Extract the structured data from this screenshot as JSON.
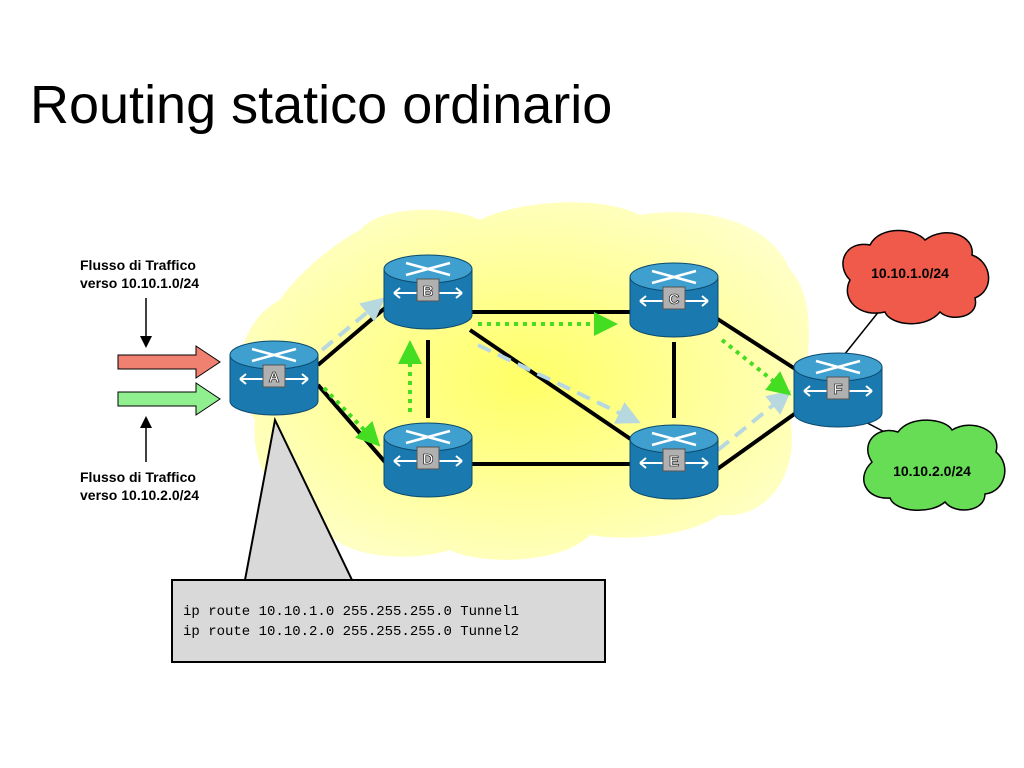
{
  "title": "Routing statico ordinario",
  "flows": [
    {
      "line1": "Flusso di Traffico",
      "line2": "verso 10.10.1.0/24",
      "color": "#f08070"
    },
    {
      "line1": "Flusso di Traffico",
      "line2": "verso 10.10.2.0/24",
      "color": "#90f090"
    }
  ],
  "routers": [
    {
      "id": "router-a",
      "label": "A"
    },
    {
      "id": "router-b",
      "label": "B"
    },
    {
      "id": "router-c",
      "label": "C"
    },
    {
      "id": "router-d",
      "label": "D"
    },
    {
      "id": "router-e",
      "label": "E"
    },
    {
      "id": "router-f",
      "label": "F"
    }
  ],
  "networks": [
    {
      "label": "10.10.1.0/24",
      "color": "#f05a4a"
    },
    {
      "label": "10.10.2.0/24",
      "color": "#66dd55"
    }
  ],
  "config": {
    "line1": "ip route 10.10.1.0 255.255.255.0 Tunnel1",
    "line2": "ip route 10.10.2.0 255.255.255.0 Tunnel2"
  },
  "colors": {
    "router_body": "#1a7ab0",
    "router_top": "#3fa0d0",
    "cloud_yellow": "#ffff99",
    "tunnel1": "#b8d8e0",
    "tunnel2": "#44dd22",
    "link": "#000000"
  }
}
